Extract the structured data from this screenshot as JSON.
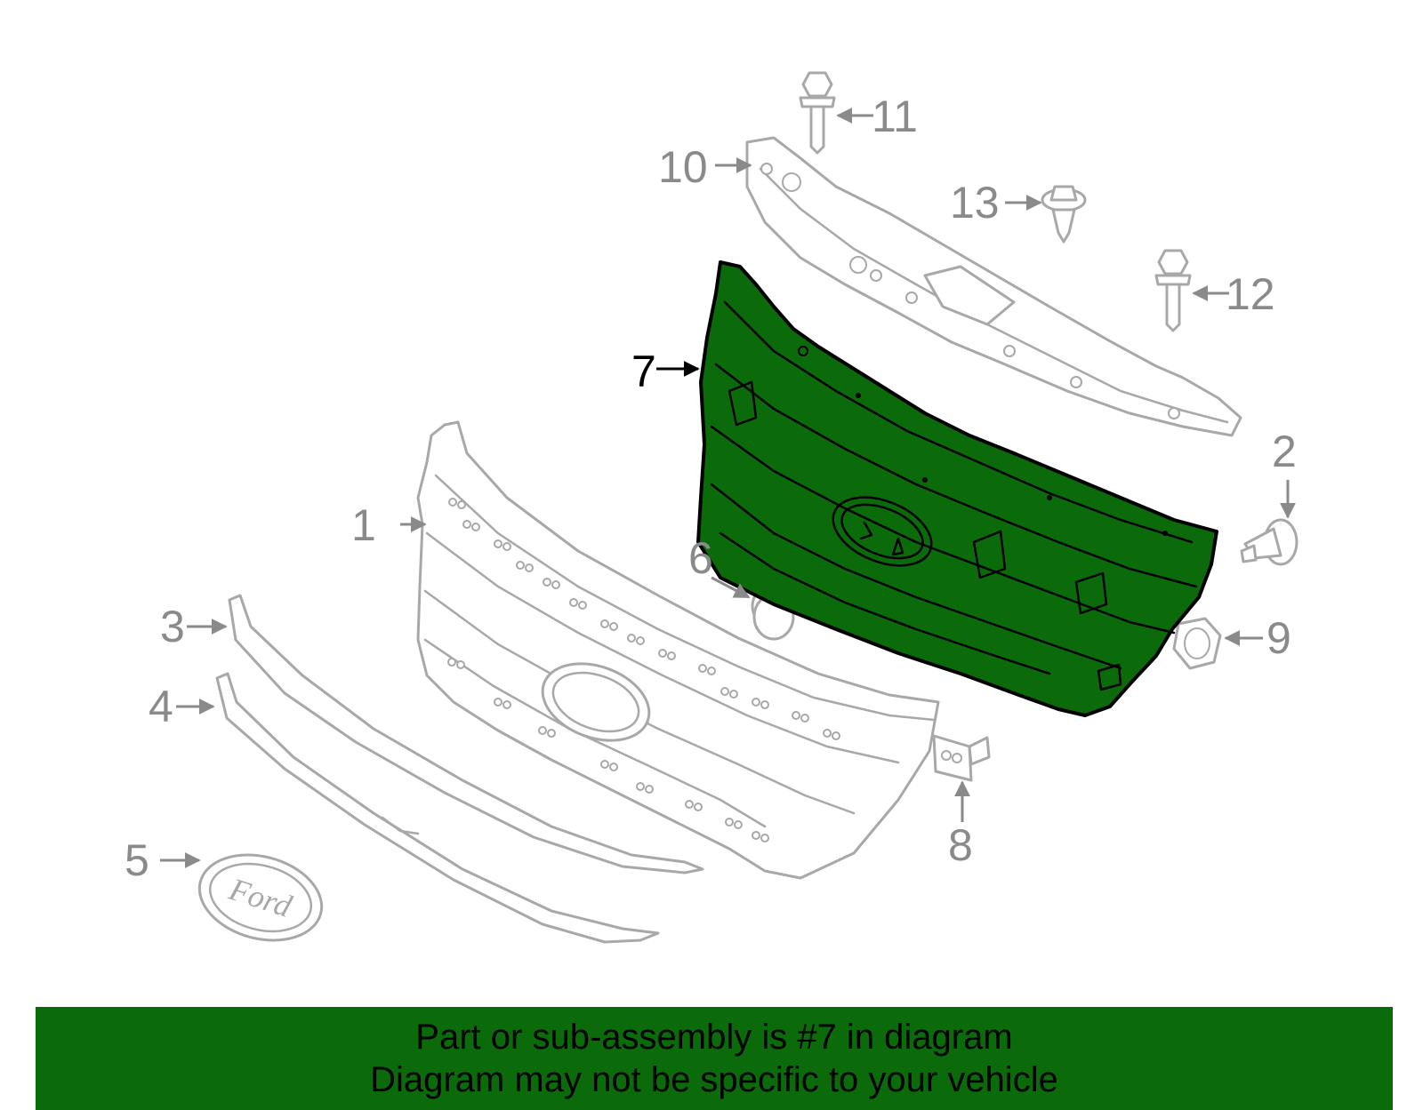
{
  "callouts": {
    "c1": "1",
    "c2": "2",
    "c3": "3",
    "c4": "4",
    "c5": "5",
    "c6": "6",
    "c7": "7",
    "c8": "8",
    "c9": "9",
    "c10": "10",
    "c11": "11",
    "c12": "12",
    "c13": "13"
  },
  "emblem_text": "Ford",
  "highlight_color": "#0b6b0b",
  "banner": {
    "line1": "Part or sub-assembly is #7 in diagram",
    "line2": "Diagram may not be specific to your vehicle"
  }
}
